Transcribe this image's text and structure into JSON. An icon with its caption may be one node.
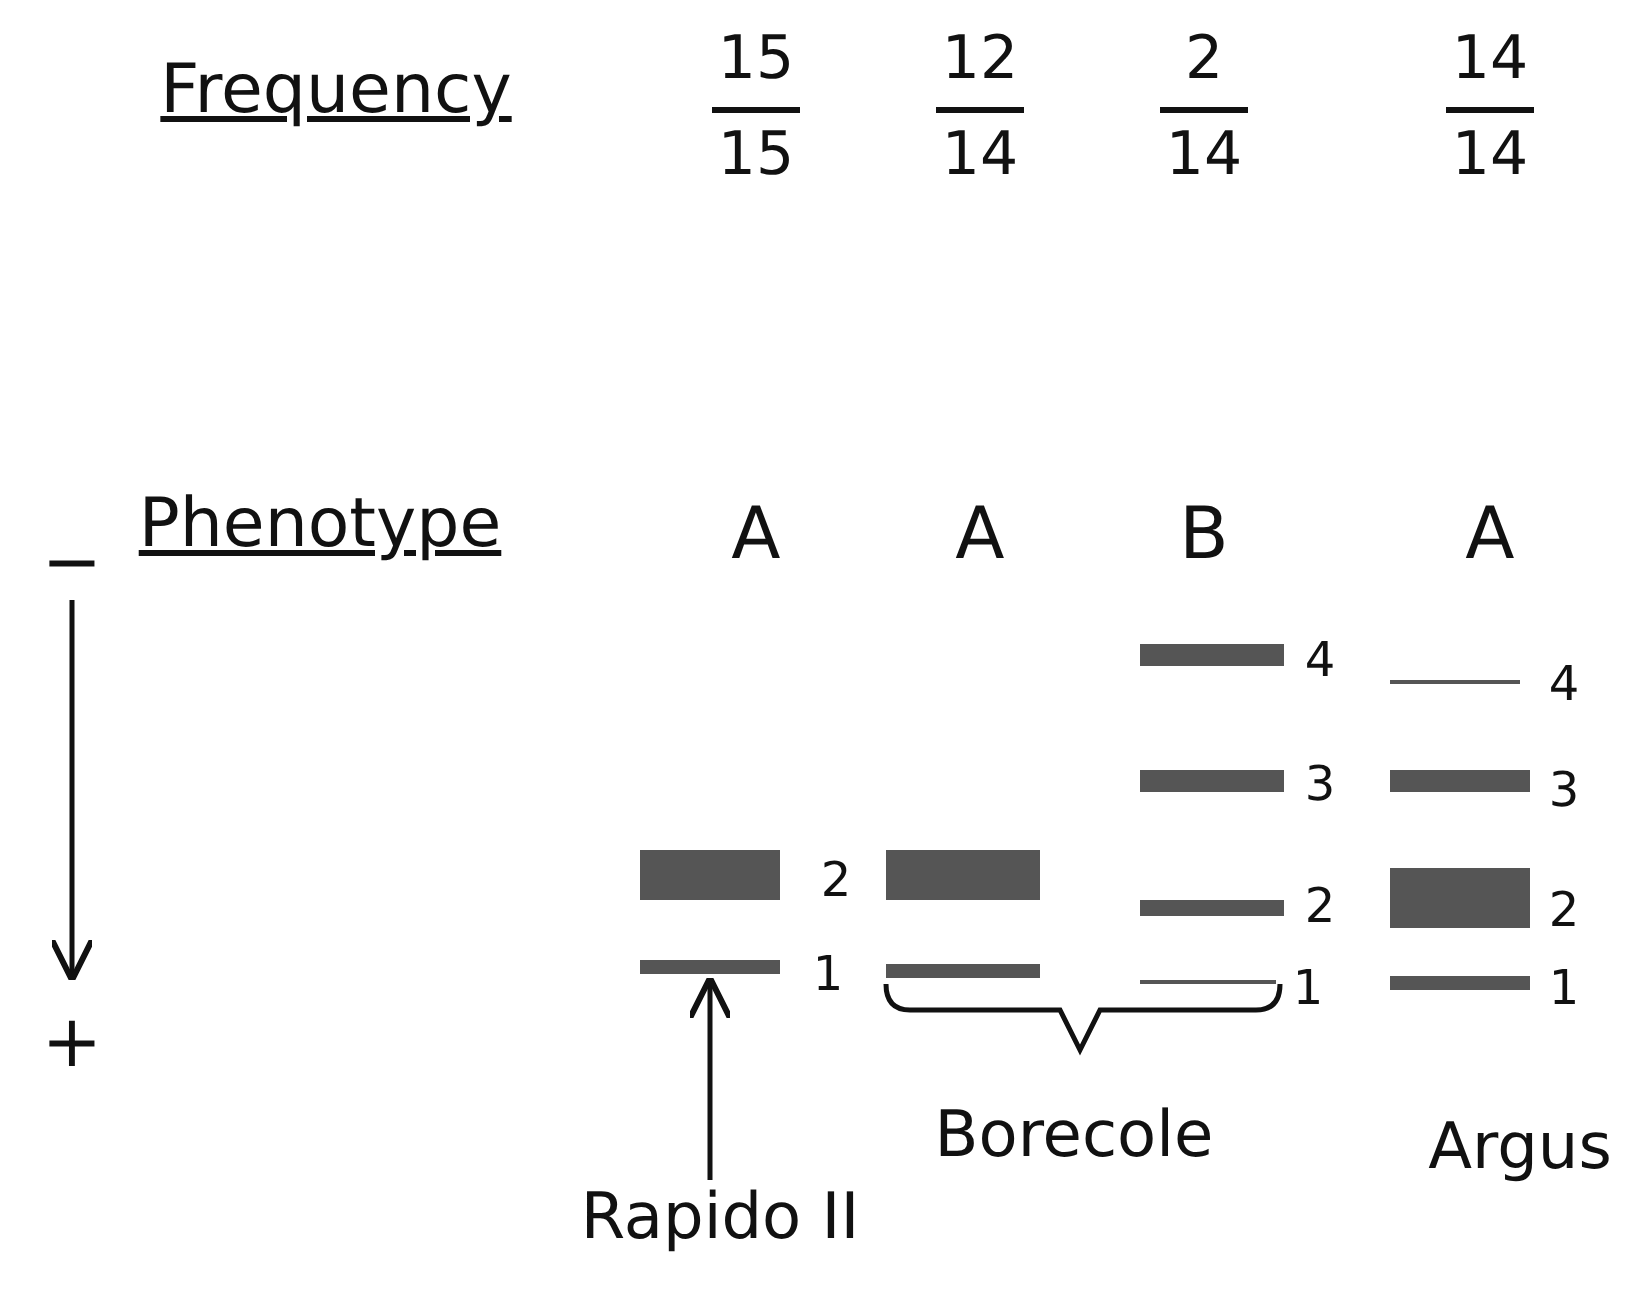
{
  "diagram": {
    "nodes": [
      {
        "text": [
          "Rapido II"
        ]
      },
      {
        "text": [],
        "shape": "bar"
      }
    ],
    "edges": [
      {
        "from": 0,
        "to": 1,
        "arrow": "to"
      }
    ],
    "labels": [
      "Frequency",
      "15",
      "15",
      "12",
      "14",
      "2",
      "14",
      "14",
      "14",
      "Phenotype",
      "A",
      "A",
      "B",
      "A",
      "−",
      "4",
      "4",
      "3",
      "3",
      "2",
      "2",
      "2",
      "1",
      "1",
      "1",
      "+",
      "Borecole",
      "Argus"
    ]
  }
}
